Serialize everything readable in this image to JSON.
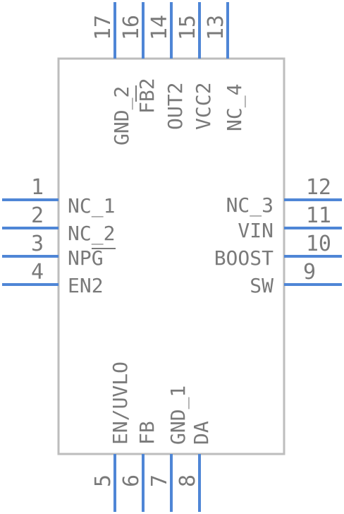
{
  "component": {
    "left_pins": [
      {
        "num": "1",
        "name": "NC_1"
      },
      {
        "num": "2",
        "name": "NC_2"
      },
      {
        "num": "3",
        "name": "NPG"
      },
      {
        "num": "4",
        "name": "EN2"
      }
    ],
    "right_pins": [
      {
        "num": "12",
        "name": "NC_3"
      },
      {
        "num": "11",
        "name": "VIN"
      },
      {
        "num": "10",
        "name": "BOOST"
      },
      {
        "num": "9",
        "name": "SW"
      }
    ],
    "top_pins": [
      {
        "num": "17",
        "name": "GND_2"
      },
      {
        "num": "16",
        "name": "FB2"
      },
      {
        "num": "15",
        "name": "OUT2"
      },
      {
        "num": "14",
        "name": "VCC2"
      },
      {
        "num": "13",
        "name": "NC_4"
      }
    ],
    "bottom_pins": [
      {
        "num": "5",
        "name": "EN/UVLO"
      },
      {
        "num": "6",
        "name": "FB"
      },
      {
        "num": "7",
        "name": "GND_1"
      },
      {
        "num": "8",
        "name": "DA"
      }
    ]
  },
  "colors": {
    "pin": "#4f86d6",
    "body_outline": "#bdbdbd",
    "text": "#7a7a7a"
  }
}
